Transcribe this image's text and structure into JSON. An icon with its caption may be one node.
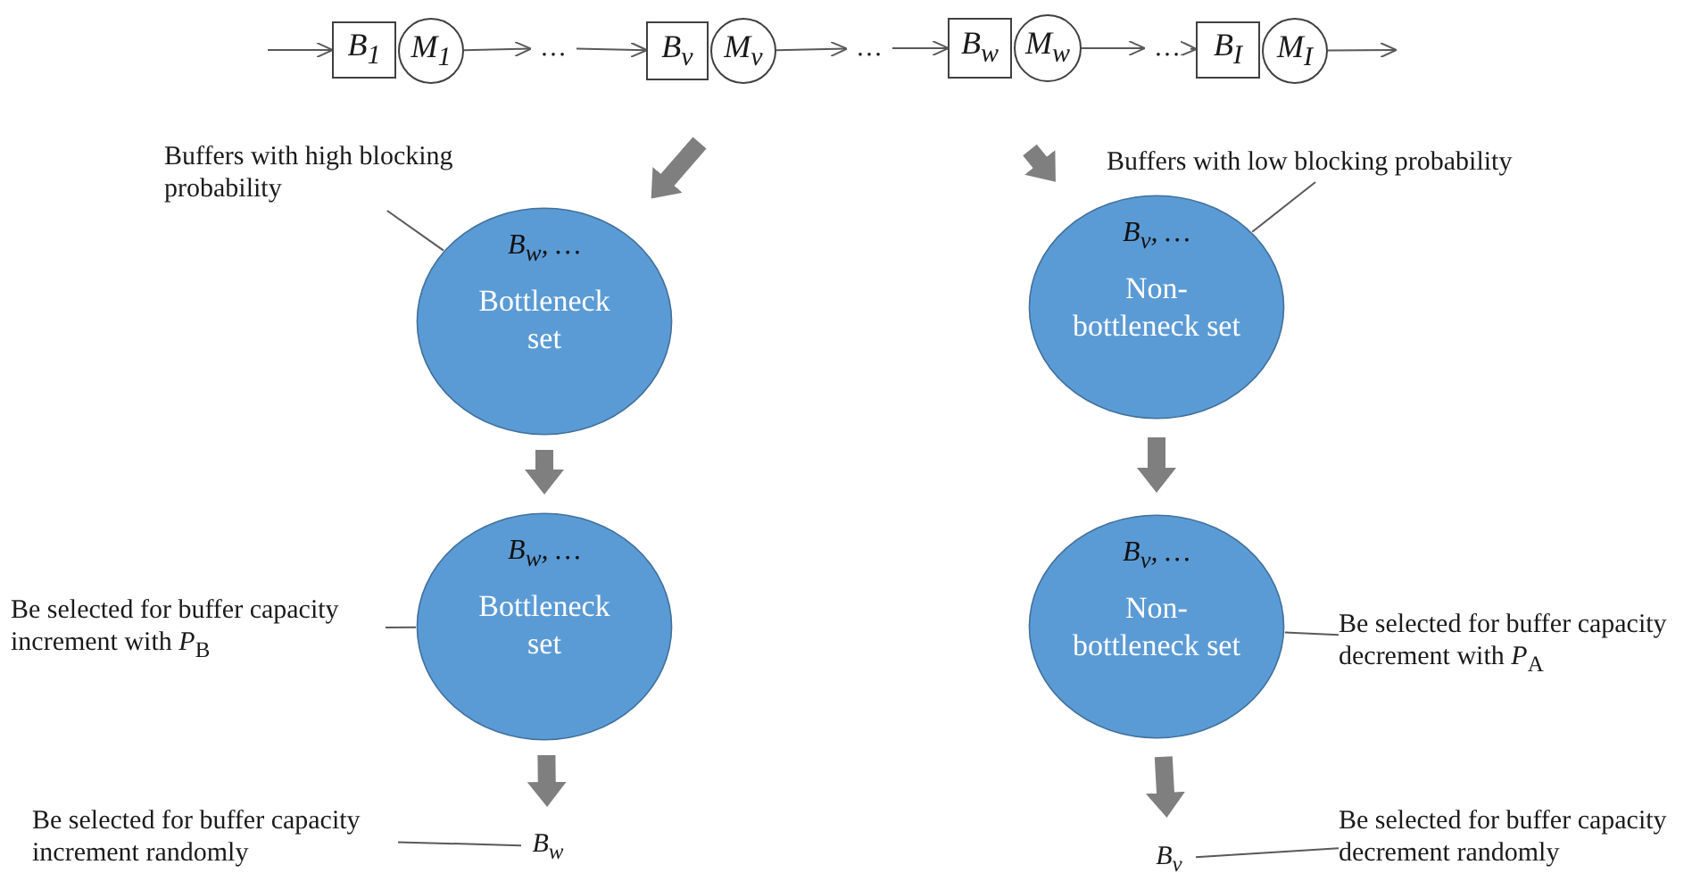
{
  "diagram": {
    "nodes": [
      {
        "text": [
          "B$_{1}$"
        ]
      },
      {
        "text": [
          "M$_{1}$"
        ]
      },
      {
        "text": [
          "…"
        ]
      },
      {
        "text": [
          "B$_{v}$"
        ]
      },
      {
        "text": [
          "M$_{v}$"
        ]
      },
      {
        "text": [
          "…"
        ]
      },
      {
        "text": [
          "B$_{w}$"
        ]
      },
      {
        "text": [
          "M$_{w}$"
        ]
      },
      {
        "text": [
          "…"
        ]
      },
      {
        "text": [
          "B$_{I}$"
        ]
      },
      {
        "text": [
          "M$_{I}$"
        ]
      },
      {
        "text": [
          "Buffers with high blocking probability"
        ]
      },
      {
        "text": [
          "Buffers with low blocking probability"
        ]
      },
      {
        "text": [
          "B$_{w}$, …",
          "Bottleneck set"
        ]
      },
      {
        "text": [
          "B$_{v}$, …",
          "Non-bottleneck set"
        ]
      },
      {
        "text": [
          "B$_{w}$, …",
          "Bottleneck set"
        ]
      },
      {
        "text": [
          "Be selected for buffer capacity increment with *P*$_{B}$"
        ]
      },
      {
        "text": [
          "B$_{v}$, …",
          "Non-bottleneck set"
        ]
      },
      {
        "text": [
          "Be selected for buffer capacity decrement with *P*$_{A}$"
        ]
      },
      {
        "text": [
          "Be selected for buffer capacity increment randomly"
        ]
      },
      {
        "text": [
          "B$_{w}$"
        ]
      },
      {
        "text": [
          "B$_{v}$"
        ]
      },
      {
        "text": [
          "Be selected for buffer capacity decrement randomly"
        ]
      }
    ],
    "edges": [
      {
        "from": null,
        "to": 0,
        "arrow": "to"
      },
      {
        "from": 1,
        "to": 2,
        "arrow": "to"
      },
      {
        "from": 2,
        "to": 3,
        "arrow": "to"
      },
      {
        "from": 4,
        "to": 5,
        "arrow": "to"
      },
      {
        "from": 5,
        "to": 6,
        "arrow": "to"
      },
      {
        "from": 7,
        "to": 8,
        "arrow": "to"
      },
      {
        "from": 8,
        "to": 9,
        "arrow": "to"
      },
      {
        "from": 10,
        "to": null,
        "arrow": "to"
      },
      {
        "from": null,
        "to": 13,
        "arrow": "to",
        "style": "thick",
        "color": "#7f7f7f"
      },
      {
        "from": null,
        "to": 14,
        "arrow": "to",
        "style": "thick",
        "color": "#7f7f7f"
      },
      {
        "from": 11,
        "to": 13,
        "arrow": "none"
      },
      {
        "from": 12,
        "to": 14,
        "arrow": "none"
      },
      {
        "from": 13,
        "to": 15,
        "arrow": "to",
        "style": "thick",
        "color": "#7f7f7f"
      },
      {
        "from": 14,
        "to": 17,
        "arrow": "to",
        "style": "thick",
        "color": "#7f7f7f"
      },
      {
        "from": 16,
        "to": 15,
        "arrow": "none"
      },
      {
        "from": 18,
        "to": 17,
        "arrow": "none"
      },
      {
        "from": 15,
        "to": 20,
        "arrow": "to",
        "style": "thick",
        "color": "#7f7f7f"
      },
      {
        "from": 17,
        "to": 21,
        "arrow": "to",
        "style": "thick",
        "color": "#7f7f7f"
      },
      {
        "from": 19,
        "to": 20,
        "arrow": "none"
      },
      {
        "from": 22,
        "to": 21,
        "arrow": "none"
      }
    ]
  }
}
